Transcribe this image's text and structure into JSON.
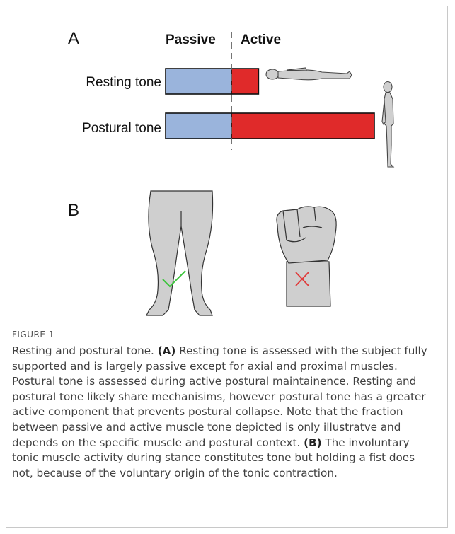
{
  "figure": {
    "panel_a_label": "A",
    "panel_b_label": "B",
    "passive_label": "Passive",
    "active_label": "Active",
    "rows": [
      {
        "label": "Resting tone",
        "passive": 0.5,
        "active": 0.19
      },
      {
        "label": "Postural tone",
        "passive": 0.5,
        "active": 1.0
      }
    ],
    "colors": {
      "passive": "#9ab4dc",
      "active": "#e02a2a",
      "silhouette": "#c9c9c9",
      "check": "#3cc43c",
      "cross": "#e03a3a"
    },
    "icons": [
      "lying-person-icon",
      "standing-person-icon",
      "legs-icon",
      "check-icon",
      "fist-icon",
      "cross-icon"
    ]
  },
  "caption": {
    "figure_label": "FIGURE 1",
    "intro": "Resting and postural tone.",
    "a_marker": "(A)",
    "a_text": "Resting tone is assessed with the subject fully supported and is largely passive except for axial and proximal muscles. Postural tone is assessed during active postural maintainence. Resting and postural tone likely share mechanisims, however postural tone has a greater active component that prevents postural collapse. Note that the fraction between passive and active muscle tone depicted is only illustratve and depends on the specific muscle and postural context.",
    "b_marker": "(B)",
    "b_text": "The involuntary tonic muscle activity during stance constitutes tone but holding a fist does not, because of the voluntary origin of the tonic contraction."
  }
}
